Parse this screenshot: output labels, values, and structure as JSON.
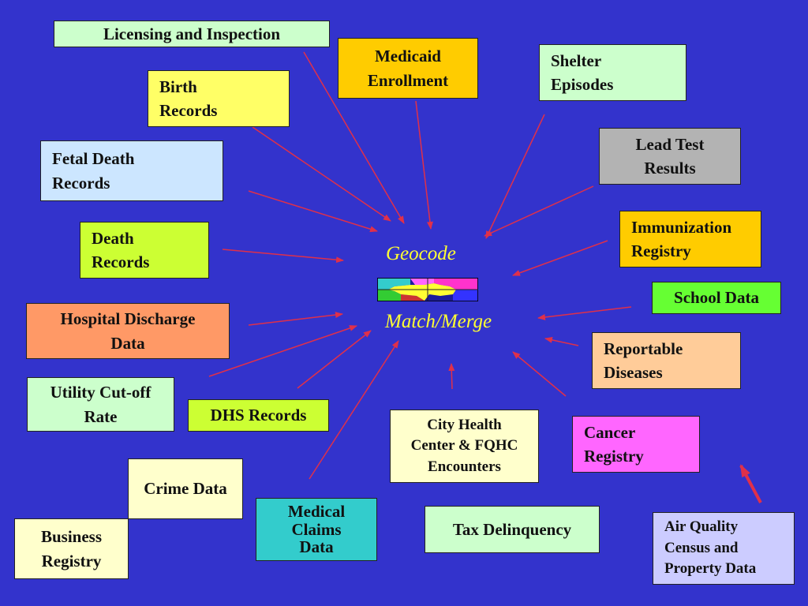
{
  "hub": {
    "top_label": "Geocode",
    "bottom_label": "Match/Merge"
  },
  "colors": {
    "background": "#3333cc",
    "arrow": "#e0304a",
    "hub_text": "#ffff33"
  },
  "sources": [
    {
      "id": "licensing-and-inspection",
      "label": "Licensing and Inspection",
      "color": "#ccffcc"
    },
    {
      "id": "medicaid-enrollment",
      "label": "Medicaid\nEnrollment",
      "color": "#ffcc00"
    },
    {
      "id": "shelter-episodes",
      "label": "Shelter\nEpisodes",
      "color": "#ccffcc"
    },
    {
      "id": "birth-records",
      "label": "Birth\nRecords",
      "color": "#ffff66"
    },
    {
      "id": "fetal-death-records",
      "label": "Fetal Death\nRecords",
      "color": "#cce6ff"
    },
    {
      "id": "lead-test-results",
      "label": "Lead Test\nResults",
      "color": "#b3b3b3"
    },
    {
      "id": "immunization-registry",
      "label": "Immunization\nRegistry",
      "color": "#ffcc00"
    },
    {
      "id": "death-records",
      "label": "Death\nRecords",
      "color": "#ccff33"
    },
    {
      "id": "school-data",
      "label": "School  Data",
      "color": "#66ff33"
    },
    {
      "id": "hospital-discharge-data",
      "label": "Hospital Discharge\nData",
      "color": "#ff9966"
    },
    {
      "id": "reportable-diseases",
      "label": "Reportable\nDiseases",
      "color": "#ffcc99"
    },
    {
      "id": "utility-cut-off-rate",
      "label": "Utility Cut-off\nRate",
      "color": "#ccffcc"
    },
    {
      "id": "dhs-records",
      "label": "DHS Records",
      "color": "#ccff33"
    },
    {
      "id": "city-health-center",
      "label": "City Health\nCenter & FQHC\nEncounters",
      "color": "#ffffcc"
    },
    {
      "id": "cancer-registry",
      "label": "Cancer\nRegistry",
      "color": "#ff66ff"
    },
    {
      "id": "crime-data",
      "label": "Crime Data",
      "color": "#ffffcc"
    },
    {
      "id": "medical-claims-data",
      "label": "Medical\nClaims\nData",
      "color": "#33cccc"
    },
    {
      "id": "tax-delinquency",
      "label": "Tax Delinquency",
      "color": "#ccffcc"
    },
    {
      "id": "air-quality-census-property",
      "label": "Air Quality\nCensus and\nProperty Data",
      "color": "#ccccff"
    },
    {
      "id": "business-registry",
      "label": "Business\nRegistry",
      "color": "#ffffcc"
    }
  ]
}
